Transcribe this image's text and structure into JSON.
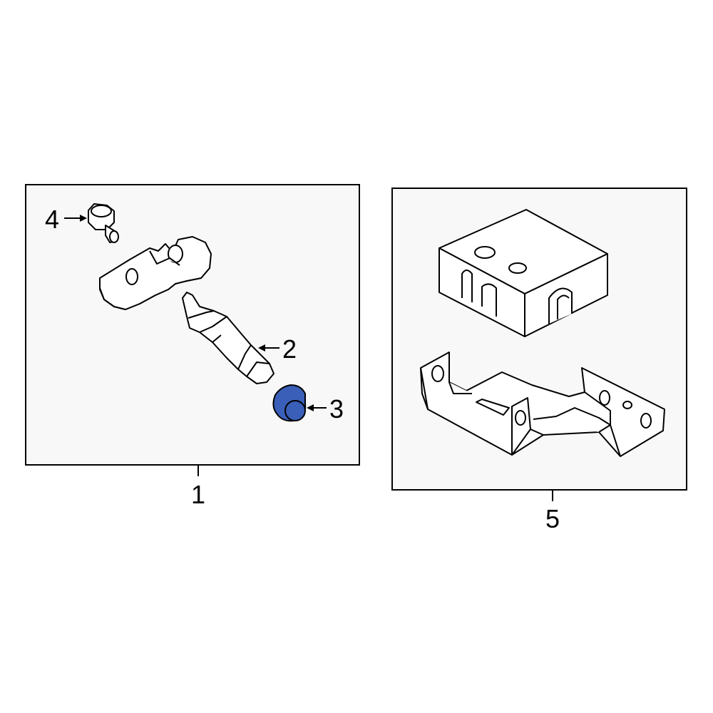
{
  "diagram": {
    "assemblies": [
      {
        "id": "panel-left",
        "label": "1"
      },
      {
        "id": "panel-right",
        "label": "5"
      }
    ],
    "callouts": [
      {
        "part": "valve-stem-cap",
        "label": "4"
      },
      {
        "part": "valve-stem",
        "label": "2"
      },
      {
        "part": "valve-core-cap",
        "label": "3"
      }
    ],
    "colors": {
      "panel_fill": "#f8f8f8",
      "line": "#000000",
      "highlight": "#3a5fb8"
    }
  }
}
